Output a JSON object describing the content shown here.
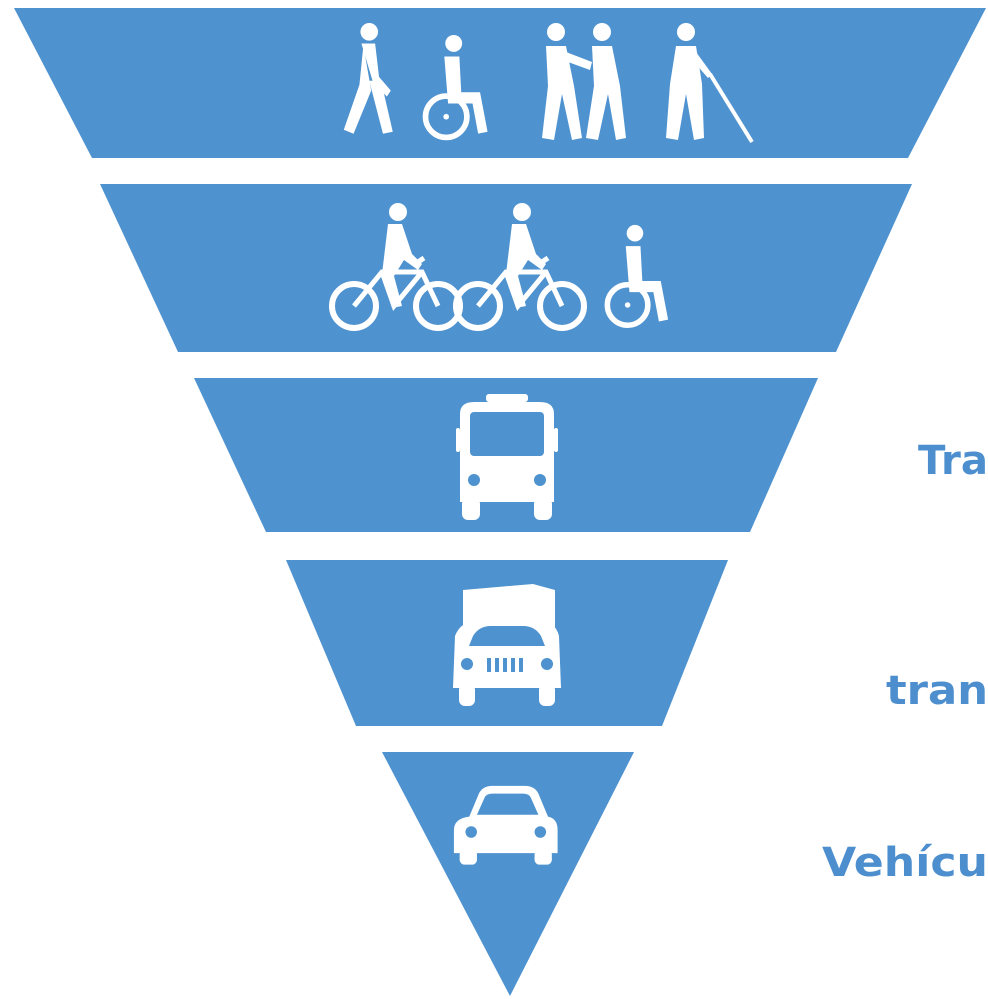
{
  "colors": {
    "tier_fill": "#4e92cf",
    "icon_fill": "#ffffff",
    "label_color": "#4d8fce",
    "background": "#ffffff"
  },
  "tiers": [
    {
      "id": "pedestrians",
      "icons": [
        "walking-person-icon",
        "wheelchair-user-icon",
        "person-assisting-person-icon",
        "blind-person-with-cane-icon"
      ],
      "label": ""
    },
    {
      "id": "cyclists",
      "icons": [
        "cyclist-icon",
        "cyclist-icon",
        "wheelchair-user-icon"
      ],
      "label": ""
    },
    {
      "id": "public-transport",
      "icons": [
        "bus-icon"
      ],
      "label": "Tra"
    },
    {
      "id": "freight-transport",
      "icons": [
        "truck-icon"
      ],
      "label": "tran"
    },
    {
      "id": "private-vehicles",
      "icons": [
        "car-icon"
      ],
      "label": "Vehícu"
    }
  ]
}
